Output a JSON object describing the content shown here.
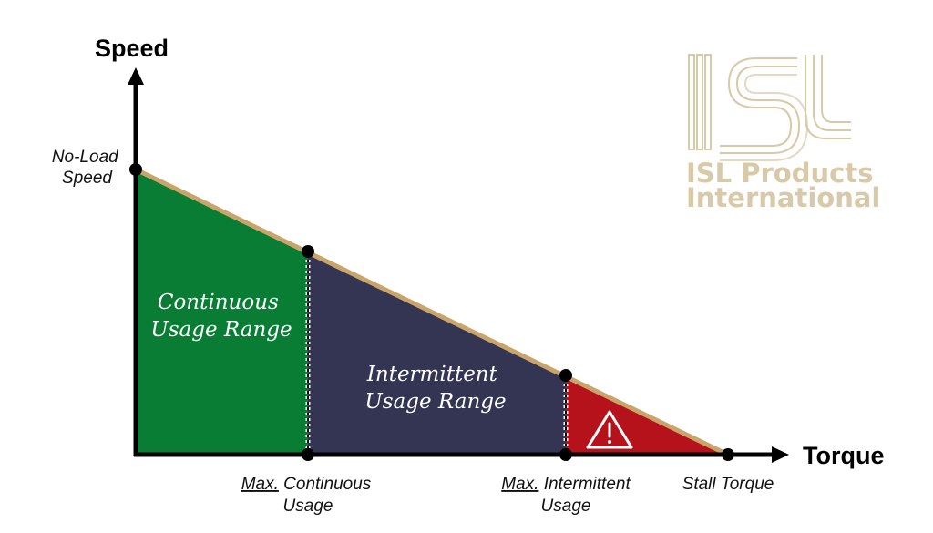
{
  "axes": {
    "y_title": "Speed",
    "x_title": "Torque"
  },
  "y_label": {
    "line1": "No-Load",
    "line2": "Speed"
  },
  "regions": {
    "continuous": {
      "line1": "Continuous",
      "line2": "Usage Range",
      "color": "#0a7d34"
    },
    "intermittent": {
      "line1": "Intermittent",
      "line2": "Usage Range",
      "color": "#343553"
    },
    "danger": {
      "color": "#b5121b",
      "icon": "warning-icon"
    }
  },
  "x_labels": {
    "max_continuous": {
      "prefix": "Max.",
      "rest": " Continuous",
      "line2": "Usage"
    },
    "max_intermittent": {
      "prefix": "Max.",
      "rest": " Intermittent",
      "line2": "Usage"
    },
    "stall": "Stall Torque"
  },
  "logo": {
    "line1": "ISL Products",
    "line2": "International",
    "color": "#d8c9a9"
  },
  "curve_color": "#c9a56b"
}
